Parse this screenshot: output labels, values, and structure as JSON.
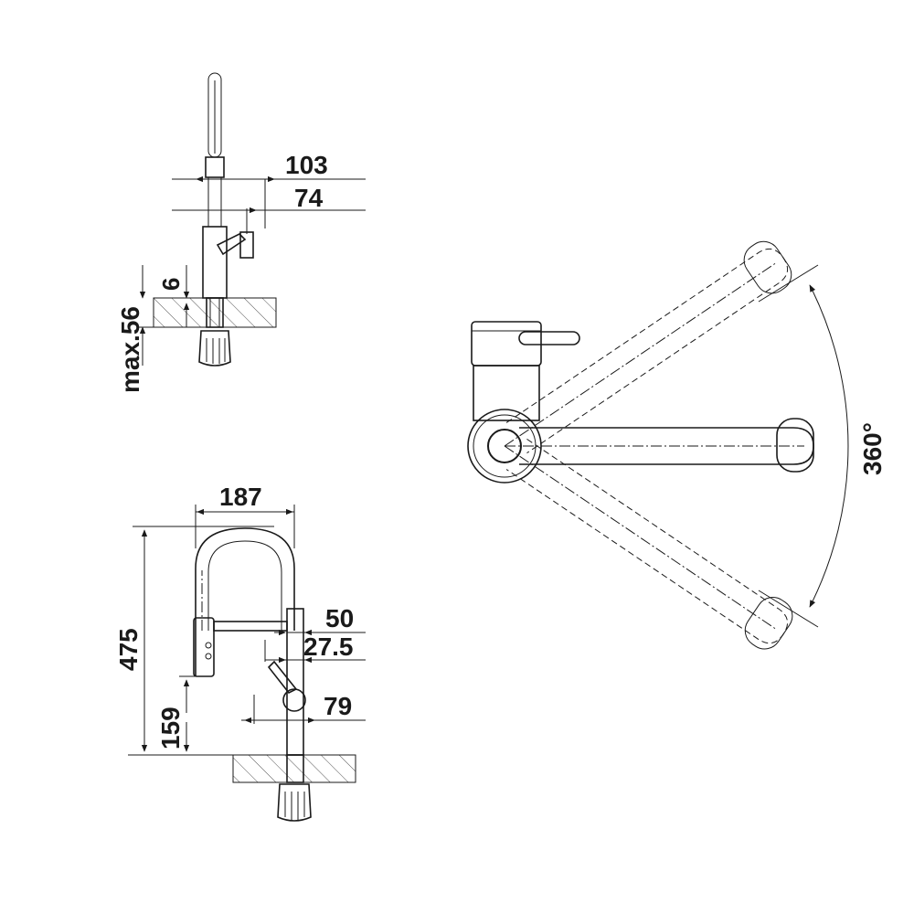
{
  "side_view": {
    "width_outer": "103",
    "width_inner": "74",
    "slot_depth": "6",
    "deck_thickness": "max.56"
  },
  "front_view": {
    "arc_width": "187",
    "total_height": "475",
    "spout_height": "159",
    "head_offset": "50",
    "head_offset_small": "27.5",
    "handle_reach": "79"
  },
  "top_view": {
    "rotation": "360°"
  }
}
